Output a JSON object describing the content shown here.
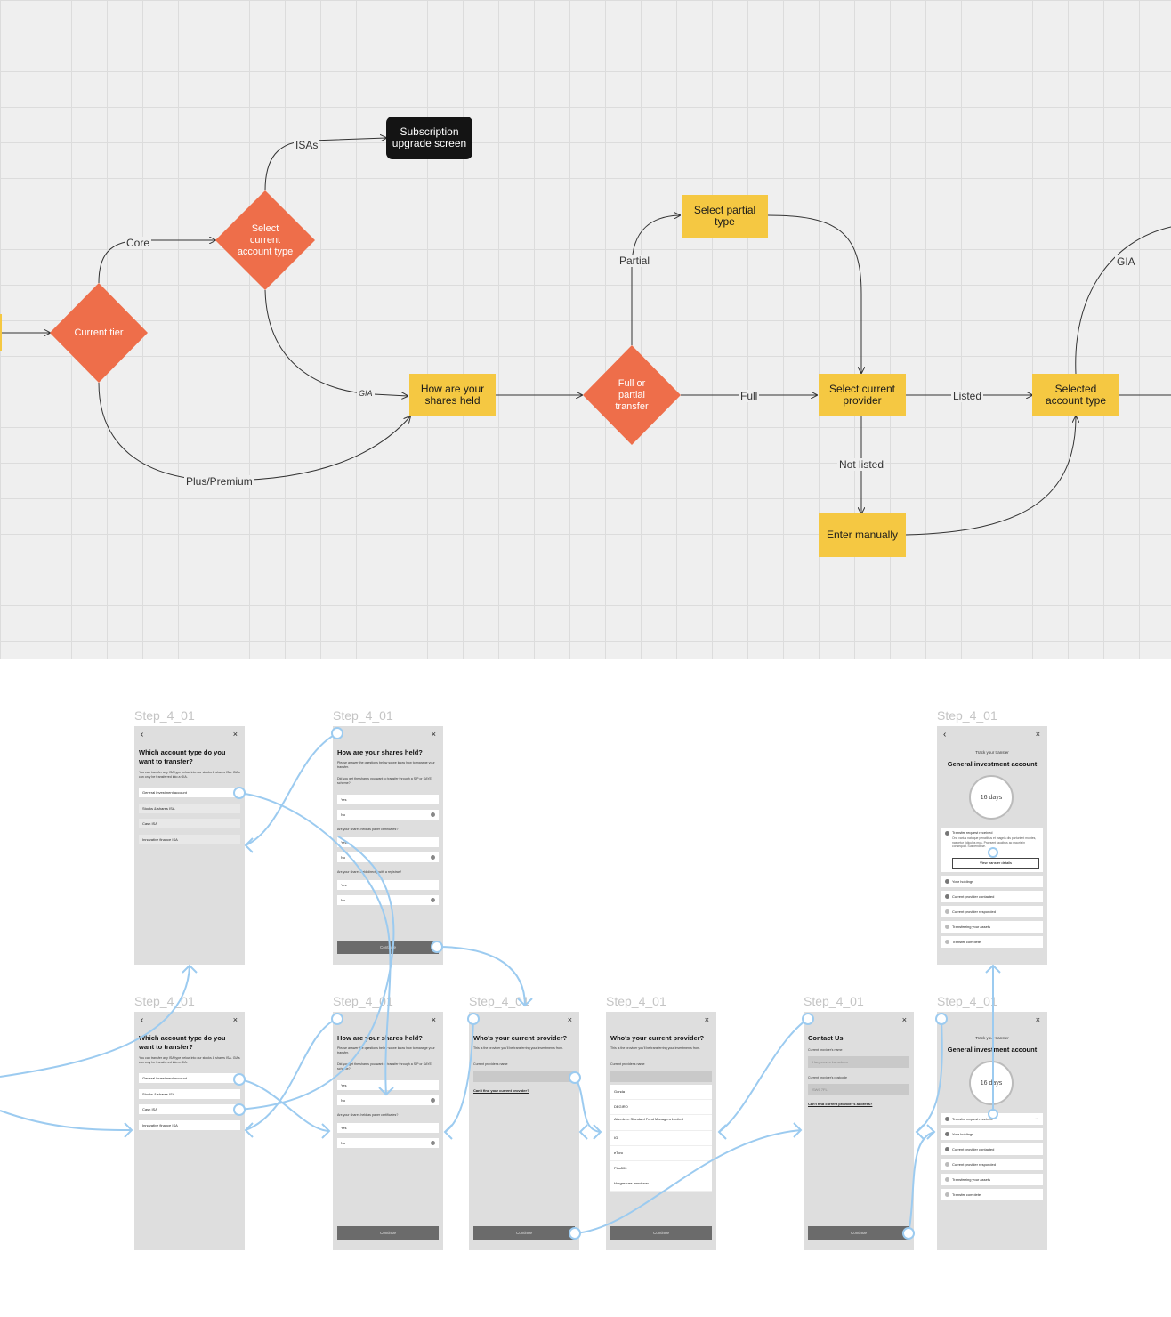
{
  "flowchart": {
    "nodes": {
      "current_tier": "Current tier",
      "select_account_type": "Select current account type",
      "subscription_upgrade": "Subscription upgrade screen",
      "how_shares_held": "How are your shares held",
      "full_or_partial": "Full or partial transfer",
      "select_partial_type": "Select partial type",
      "select_current_provider": "Select current provider",
      "selected_account_type": "Selected account type",
      "enter_manually": "Enter manually"
    },
    "edge_labels": {
      "core": "Core",
      "isas": "ISAs",
      "gia_lower": "GIA",
      "plus_premium": "Plus/Premium",
      "partial": "Partial",
      "full": "Full",
      "listed": "Listed",
      "not_listed": "Not listed",
      "gia_right": "GIA"
    },
    "colors": {
      "diamond": "#ee6e4a",
      "process": "#f5c842",
      "terminal": "#141414",
      "canvas": "#efefef"
    }
  },
  "wireframes": {
    "step_label": "Step_4_01",
    "common": {
      "back": "‹",
      "close": "×",
      "continue": "Continue"
    },
    "account_type": {
      "title": "Which account type do you want to transfer?",
      "desc": "You can transfer any ISA type below into our stocks & shares ISA. GIAs can only be transferred into a GIA.",
      "options": [
        "General investment account",
        "Stocks & shares ISA",
        "Cash ISA",
        "Innovative finance ISA"
      ]
    },
    "shares_held": {
      "title": "How are your shares held?",
      "desc": "Please answer the questions below so we know how to manage your transfer.",
      "q1": "Did you get the shares you want to transfer through a SIP or SAYE scheme?",
      "q2": "Are your shares held as paper certificates?",
      "q3": "Are your shares held directly with a registrar?",
      "yes": "Yes",
      "no": "No"
    },
    "provider": {
      "title": "Who's your current provider?",
      "desc": "This is the provider you'll be transferring your investments from.",
      "field_label": "Current provider's name",
      "link": "Can't find your current provider?",
      "list": [
        "Gonda",
        "DEGIRO",
        "Aberdeen Standard Fund Managers Limited",
        "IG",
        "eToro",
        "Plus500",
        "Hargreaves lansdown"
      ]
    },
    "contact": {
      "title": "Contact Us",
      "name_label": "Current provider's name",
      "name_value": "Hargreaves Lansdown",
      "postcode_label": "Current provider's postcode",
      "postcode_value": "SW6 7FL",
      "link": "Can't find current provider's address?"
    },
    "track": {
      "subtitle": "Track your transfer",
      "title": "General investment account",
      "days": "16 days",
      "expanded_title": "Transfer request received",
      "expanded_body": "Orci varius natoque penatibus et magnis dis parturient montes, nascetur ridiculus mus. Praesent faucibus ac mauris in consequat. Suspendisse.",
      "details_button": "View transfer details",
      "steps": [
        "Your holdings",
        "Current provider contacted",
        "Current provider responded",
        "Transferring your assets",
        "Transfer complete"
      ]
    }
  }
}
